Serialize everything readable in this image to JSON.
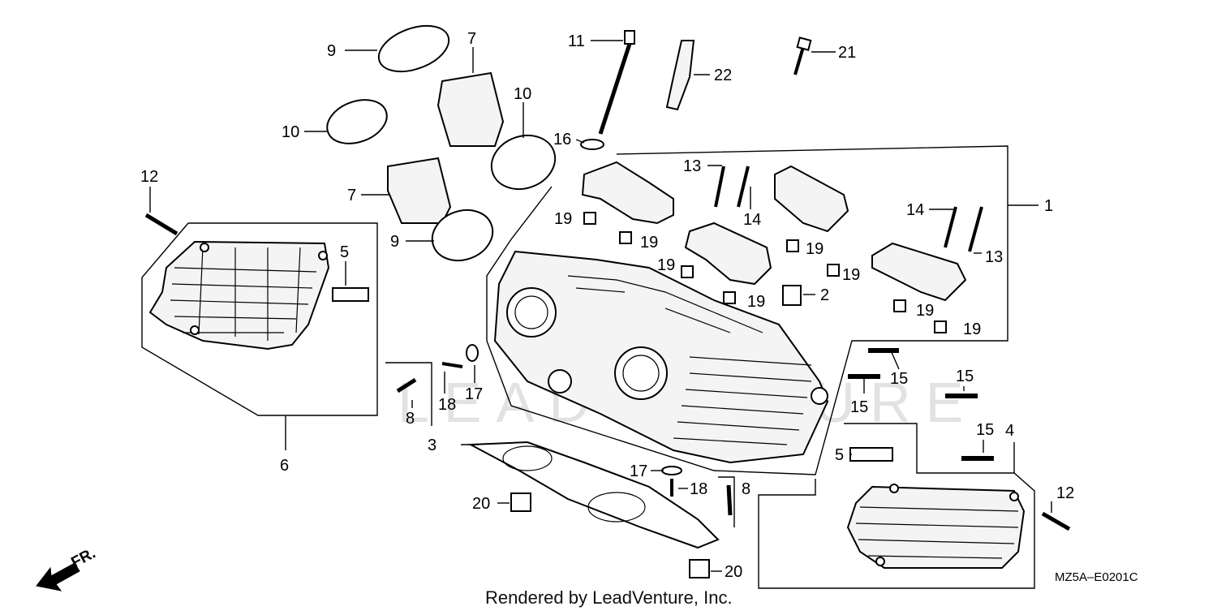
{
  "footer": {
    "rendered_by": "Rendered by LeadVenture, Inc."
  },
  "diagram_code": "MZ5A–E0201C",
  "watermark": "LEADVENTURE",
  "front_indicator": "FR.",
  "callouts": {
    "c1": "1",
    "c2": "2",
    "c3": "3",
    "c4": "4",
    "c5a": "5",
    "c5b": "5",
    "c6": "6",
    "c7a": "7",
    "c7b": "7",
    "c8a": "8",
    "c8b": "8",
    "c9a": "9",
    "c9b": "9",
    "c10a": "10",
    "c10b": "10",
    "c11": "11",
    "c12a": "12",
    "c12b": "12",
    "c13a": "13",
    "c13b": "13",
    "c14a": "14",
    "c14b": "14",
    "c15a": "15",
    "c15b": "15",
    "c15c": "15",
    "c15d": "15",
    "c16": "16",
    "c17a": "17",
    "c17b": "17",
    "c18a": "18",
    "c18b": "18",
    "c19a": "19",
    "c19b": "19",
    "c19c": "19",
    "c19d": "19",
    "c19e": "19",
    "c19f": "19",
    "c19g": "19",
    "c19h": "19",
    "c20a": "20",
    "c20b": "20",
    "c21": "21",
    "c22": "22"
  }
}
